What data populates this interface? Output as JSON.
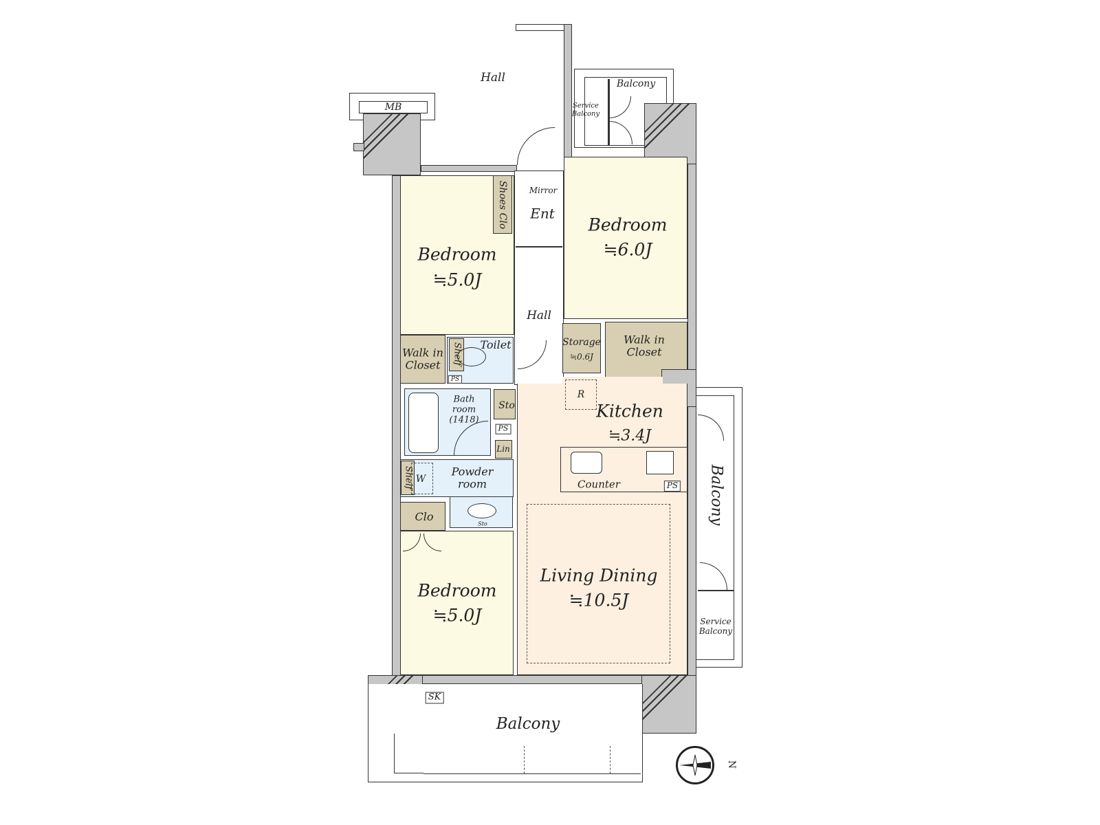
{
  "plan": {
    "rooms": {
      "hall_top": "Hall",
      "mb": "MB",
      "balcony_top": "Balcony",
      "service_balcony_top": "Service\nBalcony",
      "shoes_clo": "Shoes Clo",
      "mirror": "Mirror",
      "ent": "Ent",
      "bedroom_nw": {
        "name": "Bedroom",
        "size": "≒5.0J"
      },
      "bedroom_ne": {
        "name": "Bedroom",
        "size": "≒6.0J"
      },
      "hall_center": "Hall",
      "walk_in_closet_w": "Walk in\nCloset",
      "shelf_toilet": "Shelf",
      "toilet": "Toilet",
      "ps_toilet": "PS",
      "storage": {
        "name": "Storage",
        "size": "≒0.6J"
      },
      "walk_in_closet_e": "Walk in\nCloset",
      "bath": "Bath\nroom\n(1418)",
      "sto": "Sto",
      "ps_bath": "PS",
      "lin": "Lin",
      "refrigerator": "R",
      "kitchen": {
        "name": "Kitchen",
        "size": "≒3.4J"
      },
      "counter": "Counter",
      "ps_kitchen": "PS",
      "shelf_powder": "Shelf",
      "washer": "W",
      "powder_room": "Powder\nroom",
      "clo": "Clo",
      "sto_sink": "Sto",
      "balcony_east": "Balcony",
      "living_dining": {
        "name": "Living Dining",
        "size": "≒10.5J"
      },
      "bedroom_sw": {
        "name": "Bedroom",
        "size": "≒5.0J"
      },
      "service_balcony_east": "Service\nBalcony",
      "sk": "SK",
      "balcony_bottom": "Balcony"
    },
    "compass": {
      "north_label": "N"
    },
    "colors": {
      "bedroom": "#fdfae3",
      "closet": "#d8cfb2",
      "wet": "#e4f1fb",
      "living": "#fdf0e0",
      "wall": "#c6c6c6"
    }
  }
}
